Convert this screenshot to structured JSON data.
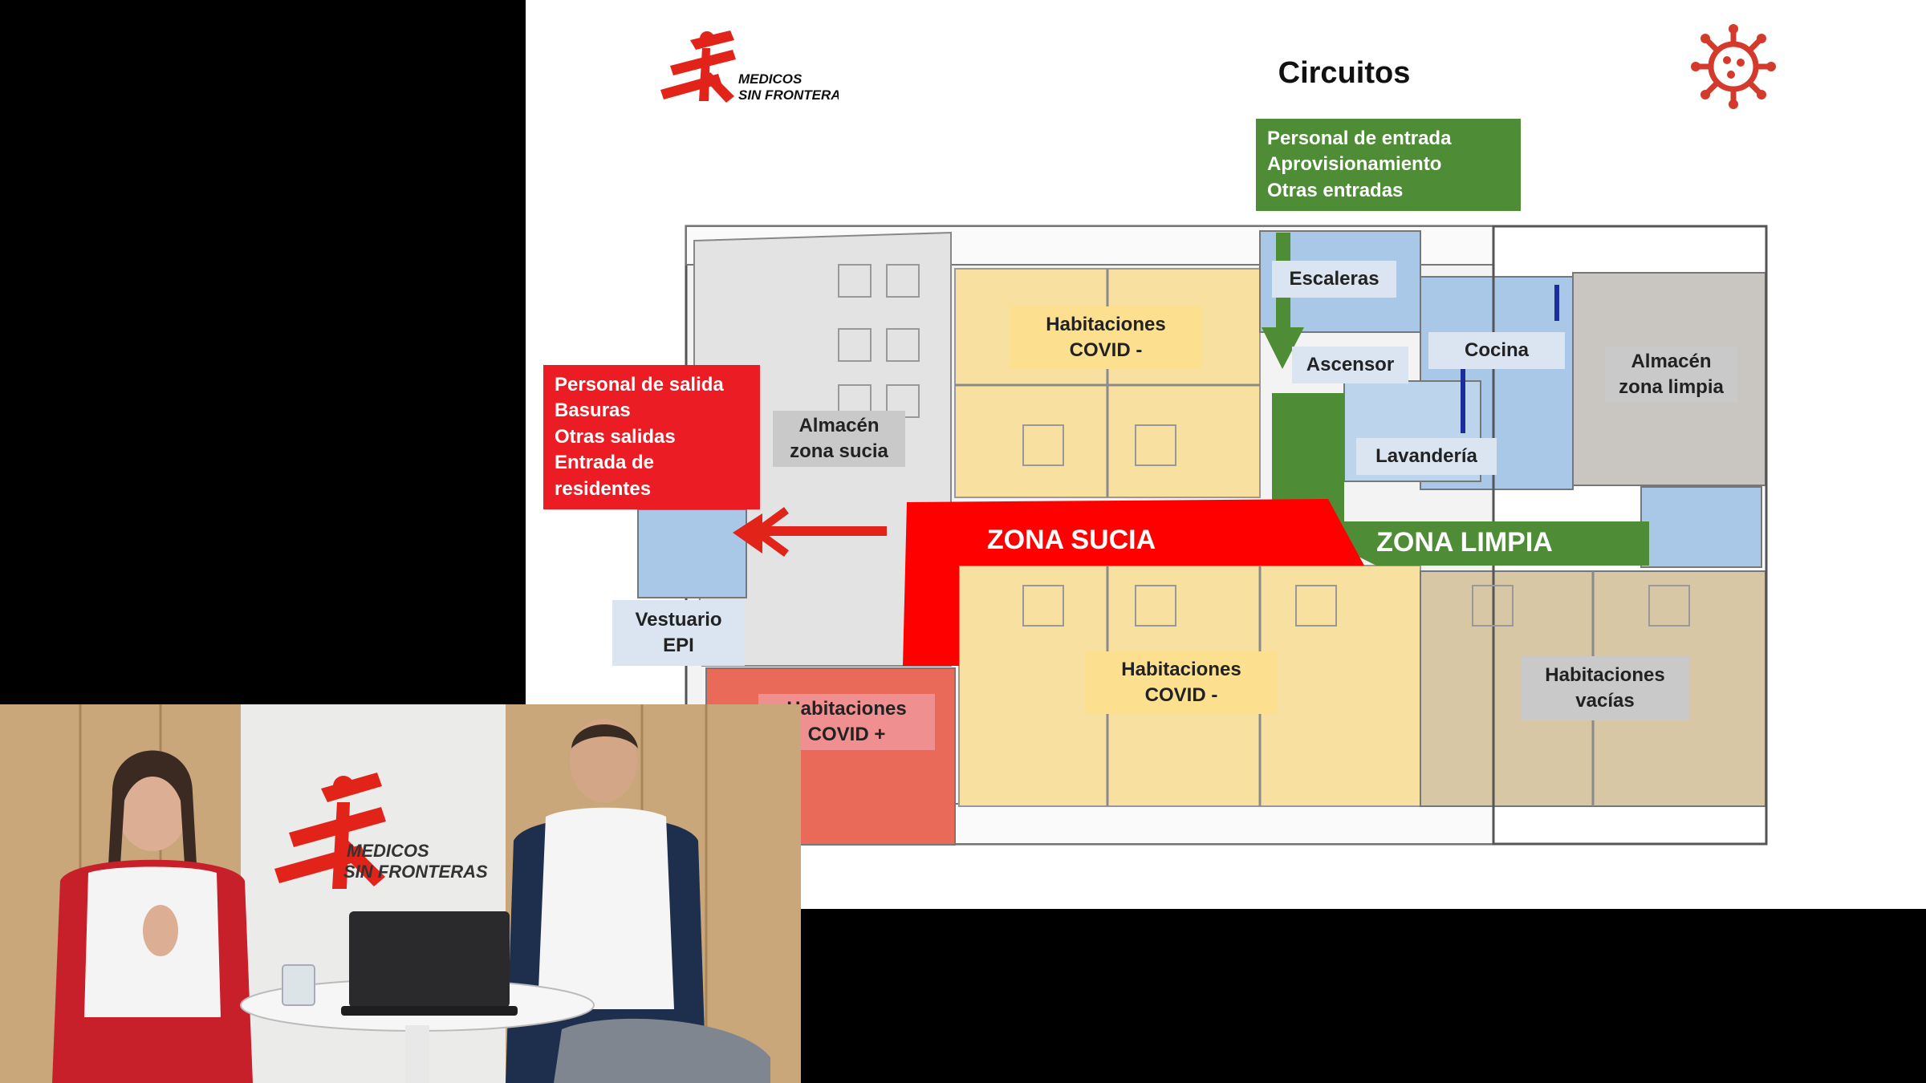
{
  "slide": {
    "title": "Circuitos",
    "logo_text_line1": "MEDICOS",
    "logo_text_line2": "SIN FRONTERAS",
    "labels": {
      "entrada": "Personal de entrada\nAprovisionamiento\nOtras entradas",
      "salida": "Personal de salida\nBasuras\nOtras salidas\nEntrada de\nresidentes",
      "escaleras": "Escaleras",
      "ascensor": "Ascensor",
      "cocina": "Cocina",
      "almacen_limpia": "Almacén\nzona limpia",
      "almacen_sucia": "Almacén\nzona sucia",
      "lavanderia": "Lavandería",
      "hab_covid_neg_top": "Habitaciones\nCOVID -",
      "hab_covid_neg_bottom": "Habitaciones\nCOVID -",
      "hab_covid_pos": "Habitaciones\nCOVID +",
      "hab_vacias": "Habitaciones\nvacías",
      "vestuario": "Vestuario\nEPI",
      "zona_sucia": "ZONA SUCIA",
      "zona_limpia": "ZONA LIMPIA"
    }
  },
  "video": {
    "logo_text_line1": "MEDICOS",
    "logo_text_line2": "SIN FRONTERAS"
  },
  "colors": {
    "msf_red": "#e2231a",
    "zone_red": "#ff0000",
    "zone_green": "#4e8d36",
    "yellow_room": "#f8e1a0",
    "blue_room": "#a9c8e8",
    "grey_room": "#c9c6c2",
    "tan_room": "#d7c7a4",
    "red_room": "#ea6a5a"
  },
  "icons": [
    "msf-logo-icon",
    "virus-icon",
    "arrow-left-icon",
    "arrow-down-icon",
    "laptop-icon",
    "glass-icon"
  ]
}
